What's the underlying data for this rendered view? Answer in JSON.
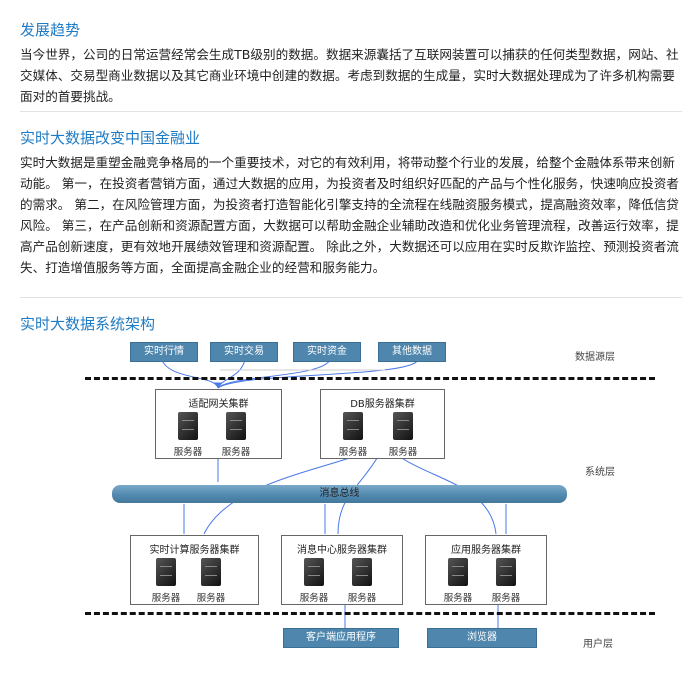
{
  "sections": [
    {
      "title": "发展趋势",
      "body": "当今世界，公司的日常运营经常会生成TB级别的数据。数据来源囊括了互联网装置可以捕获的任何类型数据，网站、社交媒体、交易型商业数据以及其它商业环境中创建的数据。考虑到数据的生成量，实时大数据处理成为了许多机构需要面对的首要挑战。"
    },
    {
      "title": "实时大数据改变中国金融业",
      "body": "实时大数据是重塑金融竞争格局的一个重要技术，对它的有效利用，将带动整个行业的发展，给整个金融体系带来创新动能。 第一，在投资者营销方面，通过大数据的应用，为投资者及时组织好匹配的产品与个性化服务，快速响应投资者的需求。 第二，在风险管理方面，为投资者打造智能化引擎支持的全流程在线融资服务模式，提高融资效率，降低信贷风险。 第三，在产品创新和资源配置方面，大数据可以帮助金融企业辅助改造和优化业务管理流程，改善运行效率，提高产品创新速度，更有效地开展绩效管理和资源配置。 除此之外，大数据还可以应用在实时反欺诈监控、预测投资者流失、打造增值服务等方面，全面提高金融企业的经营和服务能力。"
    },
    {
      "title": "实时大数据系统架构"
    }
  ],
  "diagram": {
    "sources": [
      "实时行情",
      "实时交易",
      "实时资金",
      "其他数据"
    ],
    "layers": [
      "数据源层",
      "系统层",
      "用户层"
    ],
    "clusters": [
      "适配网关集群",
      "DB服务器集群",
      "实时计算服务器集群",
      "消息中心服务器集群",
      "应用服务器集群"
    ],
    "server_label": "服务器",
    "bus": "消息总线",
    "clients": [
      "客户端应用程序",
      "浏览器"
    ]
  }
}
